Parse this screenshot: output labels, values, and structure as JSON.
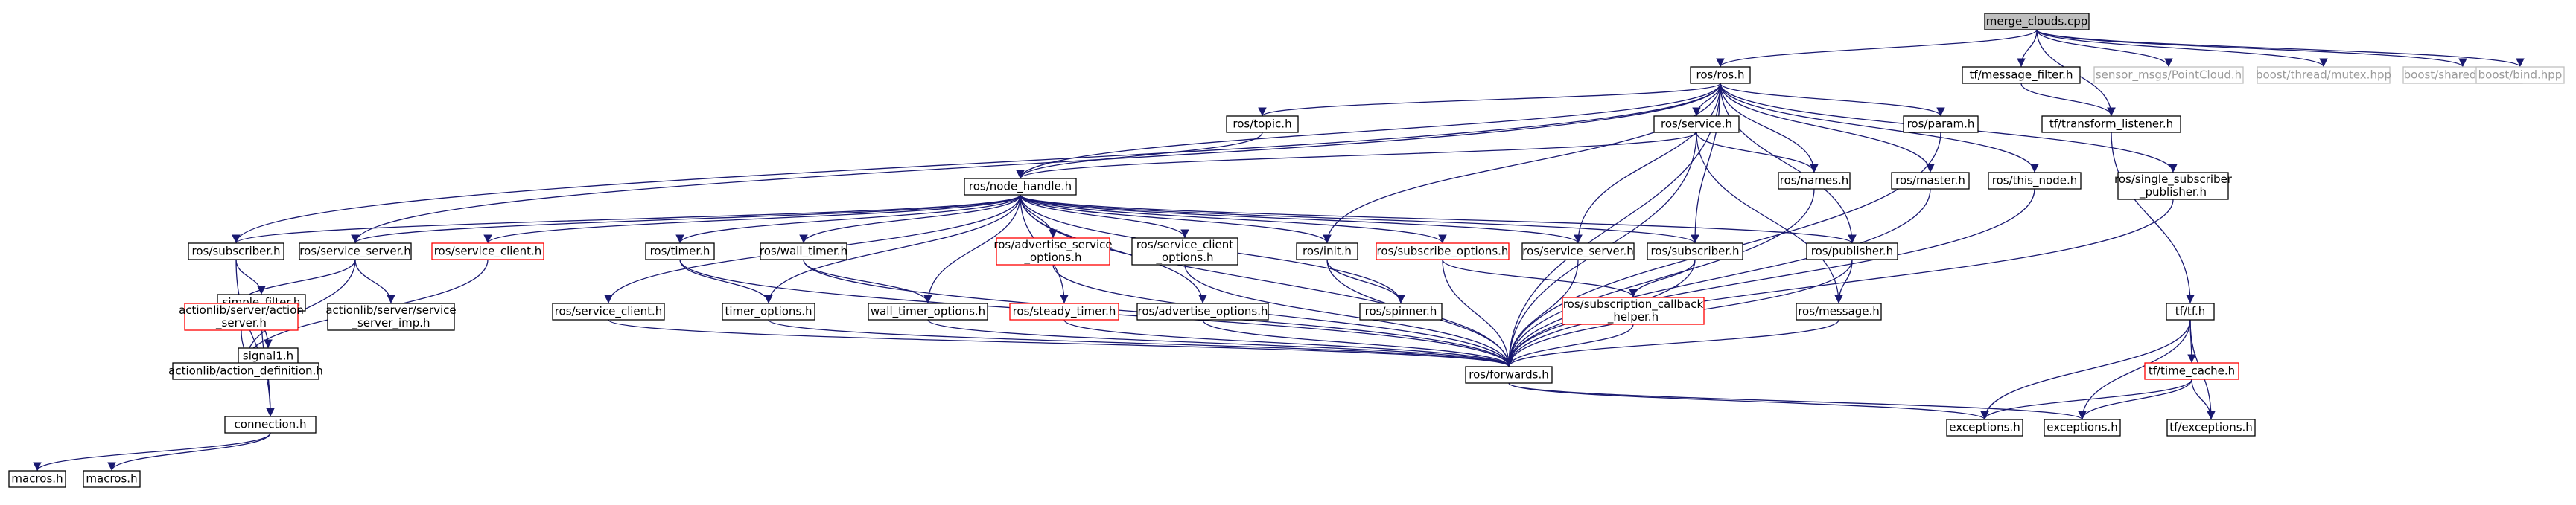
{
  "graph": {
    "colors": {
      "edge": "#191970",
      "node_border": "#000000",
      "node_border_missing": "#ff0000",
      "node_border_external": "#bfbfbf",
      "root_fill": "#bfbfbf",
      "text_external": "#9a9a9a"
    },
    "nodes": [
      {
        "id": "merge",
        "lines": [
          "merge_clouds.cpp"
        ],
        "style": "root"
      },
      {
        "id": "rosh",
        "lines": [
          "ros/ros.h"
        ],
        "style": "normal"
      },
      {
        "id": "tfmf",
        "lines": [
          "tf/message_filter.h"
        ],
        "style": "normal"
      },
      {
        "id": "pc",
        "lines": [
          "sensor_msgs/PointCloud.h"
        ],
        "style": "external"
      },
      {
        "id": "mutex",
        "lines": [
          "boost/thread/mutex.hpp"
        ],
        "style": "external"
      },
      {
        "id": "sptr",
        "lines": [
          "boost/shared_ptr.hpp"
        ],
        "style": "external"
      },
      {
        "id": "bind",
        "lines": [
          "boost/bind.hpp"
        ],
        "style": "external"
      },
      {
        "id": "topic",
        "lines": [
          "ros/topic.h"
        ],
        "style": "normal"
      },
      {
        "id": "service",
        "lines": [
          "ros/service.h"
        ],
        "style": "normal"
      },
      {
        "id": "param",
        "lines": [
          "ros/param.h"
        ],
        "style": "normal"
      },
      {
        "id": "tfl",
        "lines": [
          "tf/transform_listener.h"
        ],
        "style": "normal"
      },
      {
        "id": "nh",
        "lines": [
          "ros/node_handle.h"
        ],
        "style": "normal"
      },
      {
        "id": "names",
        "lines": [
          "ros/names.h"
        ],
        "style": "normal"
      },
      {
        "id": "master",
        "lines": [
          "ros/master.h"
        ],
        "style": "normal"
      },
      {
        "id": "thisnode",
        "lines": [
          "ros/this_node.h"
        ],
        "style": "normal"
      },
      {
        "id": "ssp",
        "lines": [
          "ros/single_subscriber",
          "_publisher.h"
        ],
        "style": "normal"
      },
      {
        "id": "sub",
        "lines": [
          "ros/subscriber.h"
        ],
        "style": "normal"
      },
      {
        "id": "ss",
        "lines": [
          "ros/service_server.h"
        ],
        "style": "normal"
      },
      {
        "id": "scl",
        "lines": [
          "ros/service_client.h"
        ],
        "style": "missing"
      },
      {
        "id": "timer",
        "lines": [
          "ros/timer.h"
        ],
        "style": "normal"
      },
      {
        "id": "wt",
        "lines": [
          "ros/wall_timer.h"
        ],
        "style": "normal"
      },
      {
        "id": "aso",
        "lines": [
          "ros/advertise_service",
          "_options.h"
        ],
        "style": "missing"
      },
      {
        "id": "sco",
        "lines": [
          "ros/service_client",
          "_options.h"
        ],
        "style": "normal"
      },
      {
        "id": "init",
        "lines": [
          "ros/init.h"
        ],
        "style": "normal"
      },
      {
        "id": "subo",
        "lines": [
          "ros/subscribe_options.h"
        ],
        "style": "missing"
      },
      {
        "id": "ss2",
        "lines": [
          "ros/service_server.h"
        ],
        "style": "normal"
      },
      {
        "id": "sub2",
        "lines": [
          "ros/subscriber.h"
        ],
        "style": "normal"
      },
      {
        "id": "pub",
        "lines": [
          "ros/publisher.h"
        ],
        "style": "normal"
      },
      {
        "id": "sf",
        "lines": [
          "simple_filter.h"
        ],
        "style": "normal"
      },
      {
        "id": "asrv",
        "lines": [
          "actionlib/server/action",
          "_server.h"
        ],
        "style": "missing"
      },
      {
        "id": "asimp",
        "lines": [
          "actionlib/server/service",
          "_server_imp.h"
        ],
        "style": "normal"
      },
      {
        "id": "sc2",
        "lines": [
          "ros/service_client.h"
        ],
        "style": "normal"
      },
      {
        "id": "to",
        "lines": [
          "timer_options.h"
        ],
        "style": "normal"
      },
      {
        "id": "wto",
        "lines": [
          "wall_timer_options.h"
        ],
        "style": "normal"
      },
      {
        "id": "steady",
        "lines": [
          "ros/steady_timer.h"
        ],
        "style": "missing"
      },
      {
        "id": "ao",
        "lines": [
          "ros/advertise_options.h"
        ],
        "style": "normal"
      },
      {
        "id": "spinner",
        "lines": [
          "ros/spinner.h"
        ],
        "style": "normal"
      },
      {
        "id": "scbh",
        "lines": [
          "ros/subscription_callback",
          "_helper.h"
        ],
        "style": "missing"
      },
      {
        "id": "msg",
        "lines": [
          "ros/message.h"
        ],
        "style": "normal"
      },
      {
        "id": "tfh",
        "lines": [
          "tf/tf.h"
        ],
        "style": "normal"
      },
      {
        "id": "sig1",
        "lines": [
          "signal1.h"
        ],
        "style": "normal"
      },
      {
        "id": "aldef",
        "lines": [
          "actionlib/action_definition.h"
        ],
        "style": "normal"
      },
      {
        "id": "fwd",
        "lines": [
          "ros/forwards.h"
        ],
        "style": "normal"
      },
      {
        "id": "tc",
        "lines": [
          "tf/time_cache.h"
        ],
        "style": "missing"
      },
      {
        "id": "conn",
        "lines": [
          "connection.h"
        ],
        "style": "normal"
      },
      {
        "id": "exc1",
        "lines": [
          "exceptions.h"
        ],
        "style": "normal"
      },
      {
        "id": "exc2",
        "lines": [
          "exceptions.h"
        ],
        "style": "normal"
      },
      {
        "id": "tfexc",
        "lines": [
          "tf/exceptions.h"
        ],
        "style": "normal"
      },
      {
        "id": "mac1",
        "lines": [
          "macros.h"
        ],
        "style": "normal"
      },
      {
        "id": "mac2",
        "lines": [
          "macros.h"
        ],
        "style": "normal"
      }
    ],
    "edges": [
      [
        "merge",
        "rosh"
      ],
      [
        "merge",
        "tfmf"
      ],
      [
        "merge",
        "pc"
      ],
      [
        "merge",
        "mutex"
      ],
      [
        "merge",
        "sptr"
      ],
      [
        "merge",
        "bind"
      ],
      [
        "merge",
        "tfl"
      ],
      [
        "tfmf",
        "tfl"
      ],
      [
        "rosh",
        "topic"
      ],
      [
        "rosh",
        "service"
      ],
      [
        "rosh",
        "param"
      ],
      [
        "rosh",
        "nh"
      ],
      [
        "rosh",
        "names"
      ],
      [
        "rosh",
        "master"
      ],
      [
        "rosh",
        "thisnode"
      ],
      [
        "rosh",
        "ssp"
      ],
      [
        "rosh",
        "sub"
      ],
      [
        "rosh",
        "ss"
      ],
      [
        "rosh",
        "init"
      ],
      [
        "rosh",
        "sub2"
      ],
      [
        "rosh",
        "ss2"
      ],
      [
        "rosh",
        "pub"
      ],
      [
        "rosh",
        "fwd"
      ],
      [
        "tfl",
        "tfh"
      ],
      [
        "topic",
        "nh"
      ],
      [
        "service",
        "nh"
      ],
      [
        "service",
        "names"
      ],
      [
        "service",
        "msg"
      ],
      [
        "service",
        "fwd"
      ],
      [
        "param",
        "fwd"
      ],
      [
        "nh",
        "sub"
      ],
      [
        "nh",
        "ss"
      ],
      [
        "nh",
        "scl"
      ],
      [
        "nh",
        "timer"
      ],
      [
        "nh",
        "wt"
      ],
      [
        "nh",
        "aso"
      ],
      [
        "nh",
        "sco"
      ],
      [
        "nh",
        "init"
      ],
      [
        "nh",
        "subo"
      ],
      [
        "nh",
        "ss2"
      ],
      [
        "nh",
        "sub2"
      ],
      [
        "nh",
        "pub"
      ],
      [
        "nh",
        "sc2"
      ],
      [
        "nh",
        "to"
      ],
      [
        "nh",
        "wto"
      ],
      [
        "nh",
        "steady"
      ],
      [
        "nh",
        "ao"
      ],
      [
        "nh",
        "spinner"
      ],
      [
        "nh",
        "fwd"
      ],
      [
        "names",
        "fwd"
      ],
      [
        "master",
        "fwd"
      ],
      [
        "thisnode",
        "fwd"
      ],
      [
        "ssp",
        "fwd"
      ],
      [
        "sub",
        "sf"
      ],
      [
        "sub",
        "conn"
      ],
      [
        "ss",
        "asrv"
      ],
      [
        "ss",
        "asimp"
      ],
      [
        "ss",
        "aldef"
      ],
      [
        "scl",
        "aldef"
      ],
      [
        "timer",
        "to"
      ],
      [
        "timer",
        "fwd"
      ],
      [
        "wt",
        "wto"
      ],
      [
        "wt",
        "fwd"
      ],
      [
        "aso",
        "fwd"
      ],
      [
        "sco",
        "fwd"
      ],
      [
        "init",
        "spinner"
      ],
      [
        "init",
        "fwd"
      ],
      [
        "subo",
        "scbh"
      ],
      [
        "subo",
        "fwd"
      ],
      [
        "ss2",
        "fwd"
      ],
      [
        "sub2",
        "scbh"
      ],
      [
        "sub2",
        "fwd"
      ],
      [
        "pub",
        "msg"
      ],
      [
        "pub",
        "fwd"
      ],
      [
        "sf",
        "sig1"
      ],
      [
        "sf",
        "conn"
      ],
      [
        "asrv",
        "aldef"
      ],
      [
        "sc2",
        "fwd"
      ],
      [
        "to",
        "fwd"
      ],
      [
        "wto",
        "fwd"
      ],
      [
        "steady",
        "fwd"
      ],
      [
        "ao",
        "fwd"
      ],
      [
        "scbh",
        "fwd"
      ],
      [
        "msg",
        "fwd"
      ],
      [
        "tfh",
        "exc1"
      ],
      [
        "tfh",
        "exc2"
      ],
      [
        "tfh",
        "tc"
      ],
      [
        "tfh",
        "tfexc"
      ],
      [
        "sig1",
        "conn"
      ],
      [
        "fwd",
        "exc1"
      ],
      [
        "fwd",
        "exc2"
      ],
      [
        "tc",
        "exc1"
      ],
      [
        "tc",
        "exc2"
      ],
      [
        "tc",
        "tfexc"
      ],
      [
        "conn",
        "mac1"
      ],
      [
        "conn",
        "mac2"
      ]
    ]
  }
}
